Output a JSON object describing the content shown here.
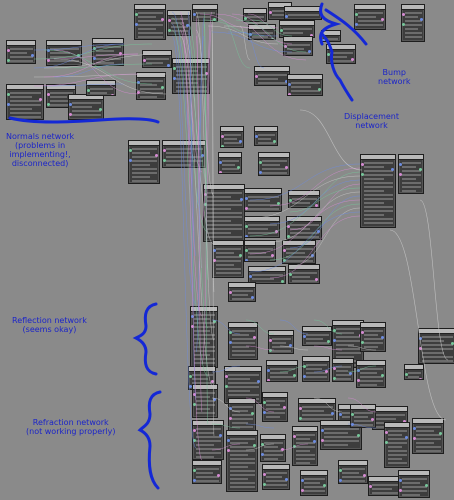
{
  "annotations": {
    "bump": [
      "Bump",
      "network"
    ],
    "displacement": [
      "Displacement",
      "network"
    ],
    "normals": [
      "Normals network",
      "(problems in",
      "implementing!,",
      "disconnected)"
    ],
    "reflection": [
      "Reflection network",
      "(seems okay)"
    ],
    "refraction": [
      "Refraction network",
      "(not working properly)"
    ]
  },
  "colors": {
    "canvas": "#8a8a8a",
    "node_body": "#3d3d3d",
    "node_header": "#b9b9b9",
    "annotation": "#1b24c9",
    "wire_blue": "#6d8ce0",
    "wire_pink": "#d58bd2",
    "wire_green": "#76c69a",
    "wire_white": "#c9c9c9"
  }
}
